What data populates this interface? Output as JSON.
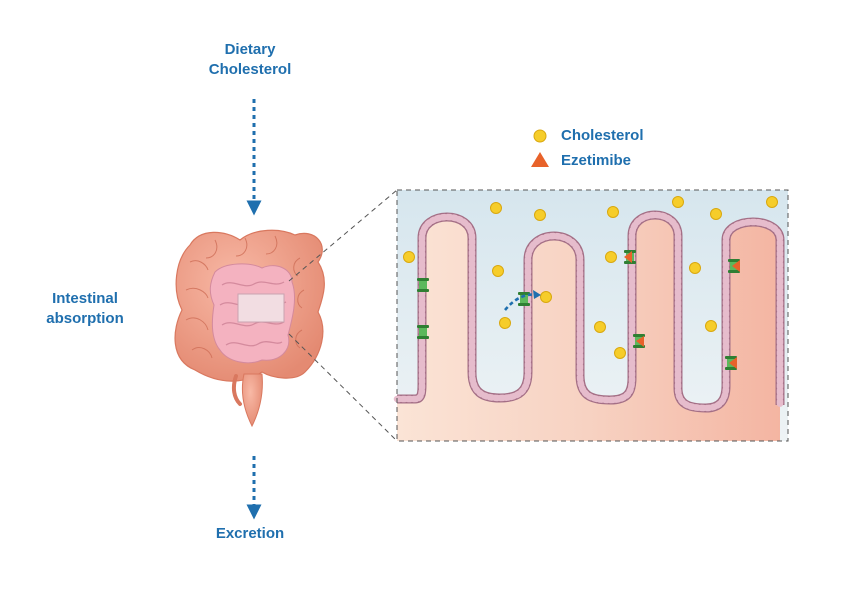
{
  "labels": {
    "dietary_line1": "Dietary",
    "dietary_line2": "Cholesterol",
    "intestinal_line1": "Intestinal",
    "intestinal_line2": "absorption",
    "excretion": "Excretion"
  },
  "legend": {
    "cholesterol": "Cholesterol",
    "ezetimibe": "Ezetimibe"
  },
  "colors": {
    "label_blue": "#1f6fae",
    "cholesterol_yellow": "#f6cd2a",
    "ezetimibe_orange": "#e8622a",
    "transporter_green": "#3d9a3d",
    "membrane_pink": "#d9a3b9",
    "tissue_peach": "#f6c9b8",
    "lumen_blue": "#dce9ef",
    "colon_salmon": "#ef9d86",
    "small_intestine_pink": "#f4b2c0"
  },
  "icons": {
    "legend_cholesterol": "yellow-circle",
    "legend_ezetimibe": "orange-triangle",
    "transporter": "green-channel-icon",
    "intestine": "intestine-illustration"
  }
}
